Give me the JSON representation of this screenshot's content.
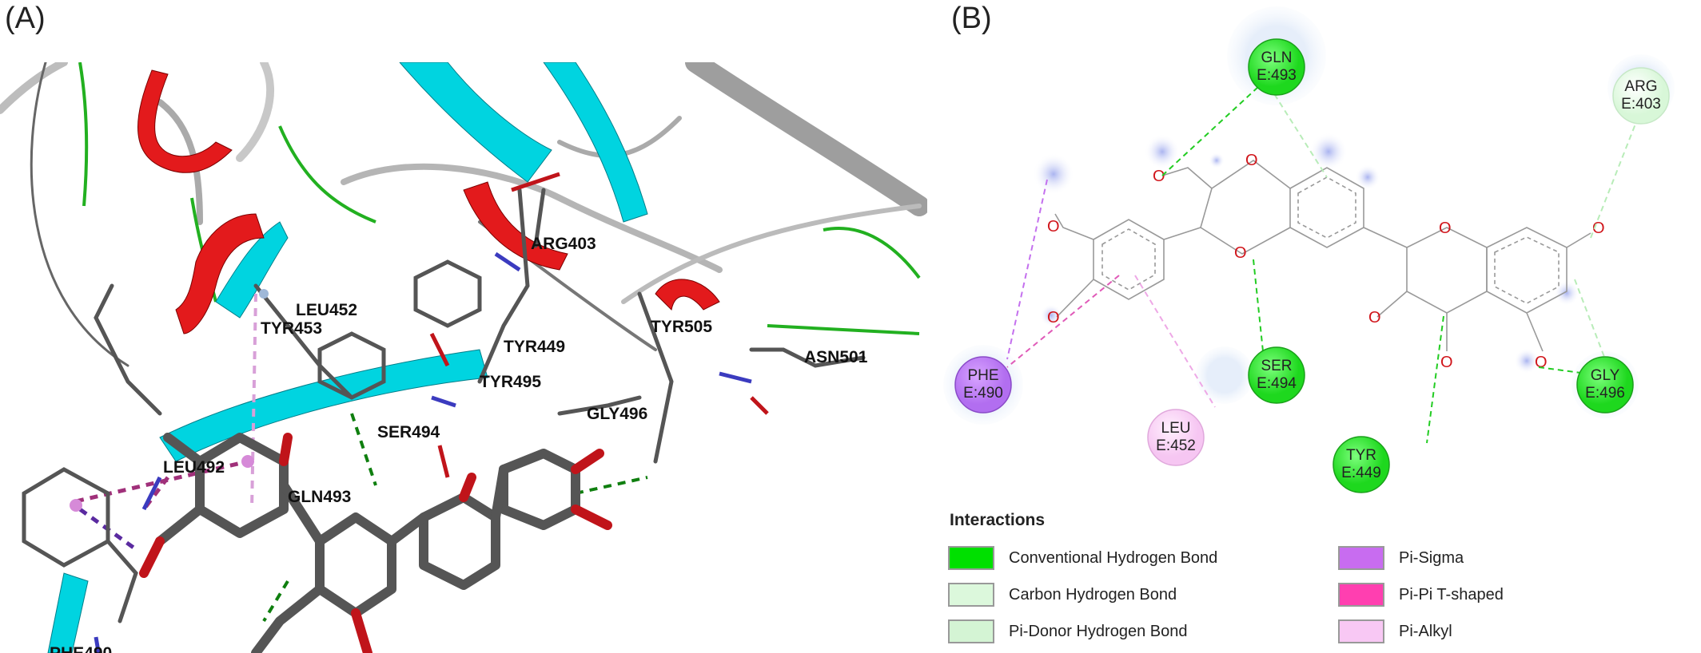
{
  "panels": {
    "a_label": "(A)",
    "b_label": "(B)"
  },
  "panel_a": {
    "residues": [
      "ARG403",
      "LEU452",
      "TYR453",
      "TYR449",
      "TYR505",
      "ASN501",
      "TYR495",
      "GLY496",
      "SER494",
      "LEU492",
      "GLN493",
      "PHE490"
    ],
    "colors": {
      "helix": "#e31a1c",
      "sheet": "#00d4e0",
      "turn": "#22b020",
      "coil": "#bfbfbf",
      "carbon": "#555555",
      "oxygen": "#c0141a",
      "nitrogen": "#3b3bbf"
    }
  },
  "panel_b": {
    "residue_nodes": [
      {
        "name": "GLN",
        "chain": "E:493",
        "type": "conventional"
      },
      {
        "name": "ARG",
        "chain": "E:403",
        "type": "carbon"
      },
      {
        "name": "PHE",
        "chain": "E:490",
        "type": "pi_sigma"
      },
      {
        "name": "SER",
        "chain": "E:494",
        "type": "conventional"
      },
      {
        "name": "LEU",
        "chain": "E:452",
        "type": "pi_alkyl"
      },
      {
        "name": "TYR",
        "chain": "E:449",
        "type": "conventional"
      },
      {
        "name": "GLY",
        "chain": "E:496",
        "type": "conventional"
      }
    ],
    "atom_label_oxygen": "O"
  },
  "legend": {
    "title": "Interactions",
    "items": [
      {
        "label": "Conventional Hydrogen Bond",
        "color": "#00e000"
      },
      {
        "label": "Carbon Hydrogen Bond",
        "color": "#dcf8dc"
      },
      {
        "label": "Pi-Donor Hydrogen Bond",
        "color": "#d4f4d4"
      },
      {
        "label": "Pi-Sigma",
        "color": "#c86cf0"
      },
      {
        "label": "Pi-Pi T-shaped",
        "color": "#ff3fb0"
      },
      {
        "label": "Pi-Alkyl",
        "color": "#f8c8f4"
      }
    ]
  }
}
